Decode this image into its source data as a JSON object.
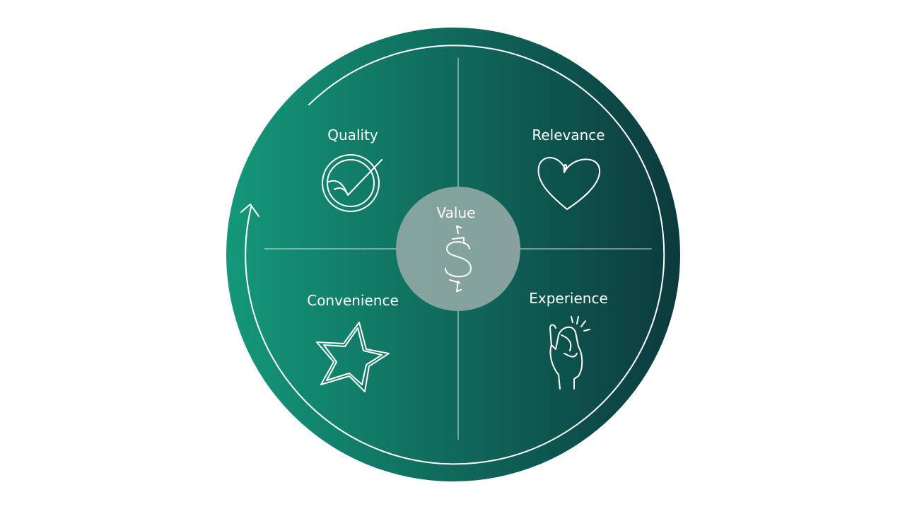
{
  "diagram": {
    "center": {
      "label": "Value",
      "icon": "dollar-sign-icon"
    },
    "quadrants": [
      {
        "label": "Quality",
        "icon": "check-circle-icon"
      },
      {
        "label": "Relevance",
        "icon": "heart-icon"
      },
      {
        "label": "Convenience",
        "icon": "star-icon"
      },
      {
        "label": "Experience",
        "icon": "hand-snap-icon"
      }
    ],
    "colors": {
      "gradient_start": "#14987a",
      "gradient_end": "#0c3a3d",
      "center_fill": "#8fa8a3",
      "stroke": "#ffffff"
    }
  }
}
